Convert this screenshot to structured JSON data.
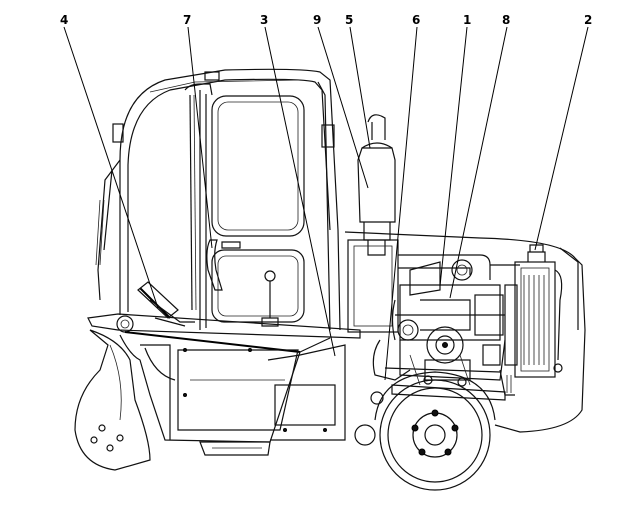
{
  "callouts": [
    {
      "id": "label-4",
      "text": "4"
    },
    {
      "id": "label-7",
      "text": "7"
    },
    {
      "id": "label-3",
      "text": "3"
    },
    {
      "id": "label-9",
      "text": "9"
    },
    {
      "id": "label-5",
      "text": "5"
    },
    {
      "id": "label-6",
      "text": "6"
    },
    {
      "id": "label-1",
      "text": "1"
    },
    {
      "id": "label-8",
      "text": "8"
    },
    {
      "id": "label-2",
      "text": "2"
    }
  ]
}
